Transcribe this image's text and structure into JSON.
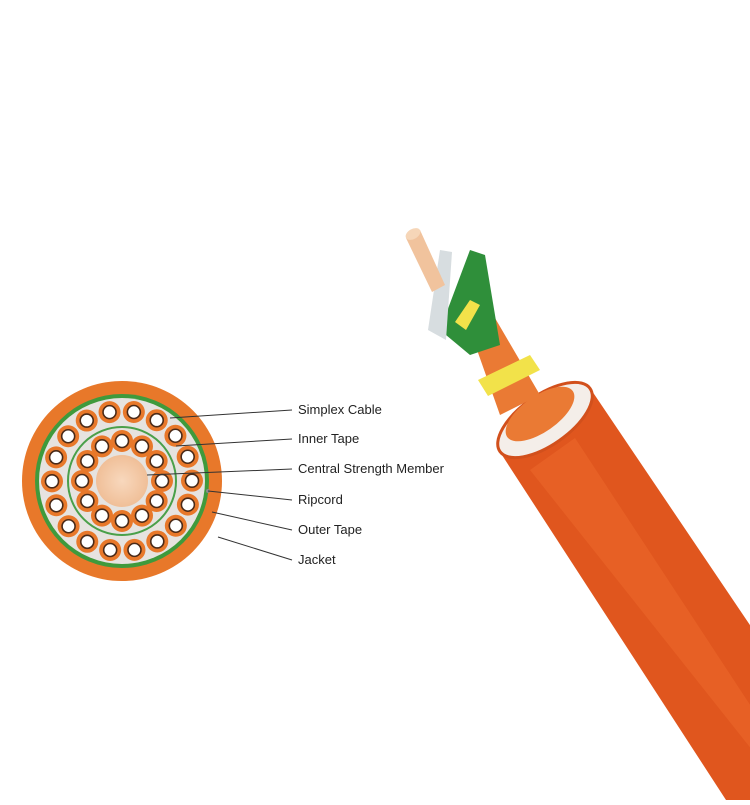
{
  "labels": {
    "simplex_cable": "Simplex Cable",
    "inner_tape": "Inner Tape",
    "central_strength_member": "Central Strength Member",
    "ripcord": "Ripcord",
    "outer_tape": "Outer Tape",
    "jacket": "Jacket"
  },
  "colors": {
    "jacket": "#e8782a",
    "cable_body": "#e0561e",
    "outer_tape": "#3f9a3c",
    "inner_tape": "#4aa04a",
    "filler": "#e6e3e0",
    "strength_member": "#f6c8a4",
    "fiber_yellow": "#f2e24a",
    "fiber_green": "#2f8f3a"
  },
  "cross_section": {
    "outer_ring_units": 18,
    "inner_ring_units": 12
  }
}
